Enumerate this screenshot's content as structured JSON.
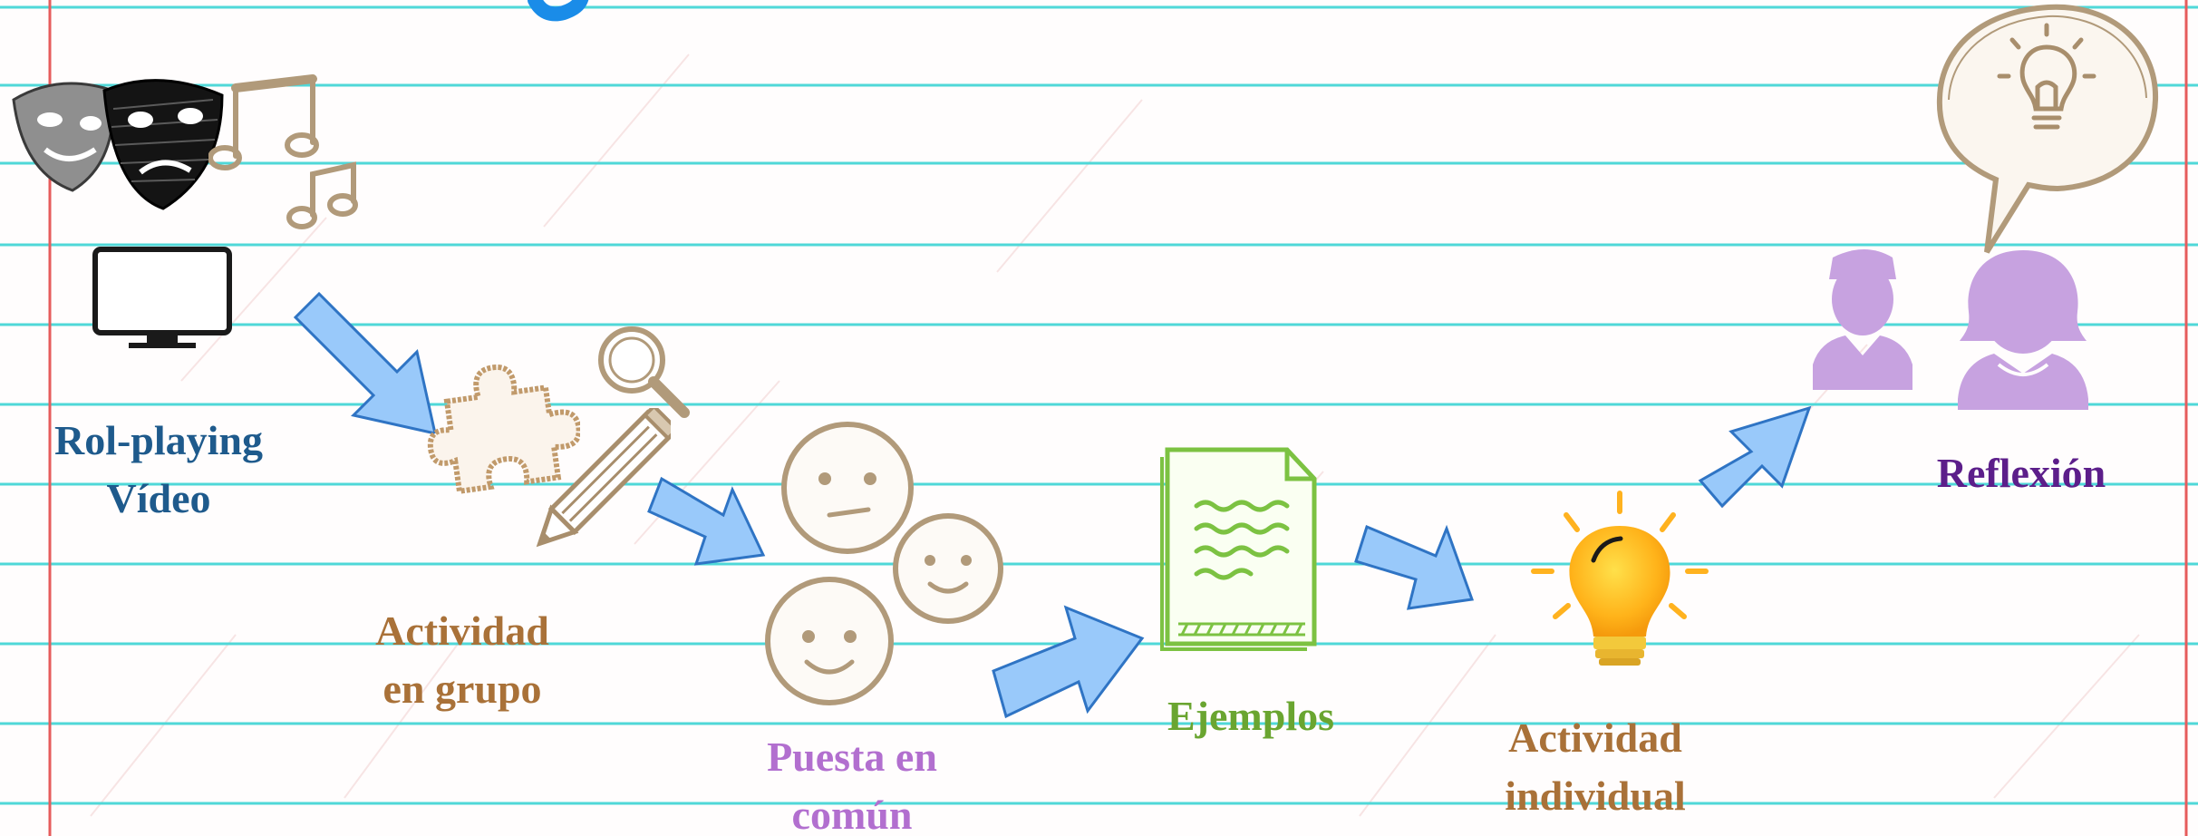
{
  "diagram": {
    "steps": [
      {
        "id": "rol-playing-video",
        "lines": [
          "Rol-playing",
          "Vídeo"
        ],
        "color": "#1e5a8c",
        "icons": [
          "theater-masks-icon",
          "music-notes-icon",
          "monitor-icon"
        ]
      },
      {
        "id": "actividad-en-grupo",
        "lines": [
          "Actividad",
          "en grupo"
        ],
        "color": "#a97138",
        "icons": [
          "puzzle-piece-icon",
          "magnifying-glass-icon",
          "pencil-icon"
        ]
      },
      {
        "id": "puesta-en-comun",
        "lines": [
          "Puesta en",
          "común"
        ],
        "color": "#b26fcf",
        "icons": [
          "faces-icon"
        ]
      },
      {
        "id": "ejemplos",
        "lines": [
          "Ejemplos"
        ],
        "color": "#6aa530",
        "icons": [
          "document-icon"
        ]
      },
      {
        "id": "actividad-individual",
        "lines": [
          "Actividad",
          "individual"
        ],
        "color": "#a97138",
        "icons": [
          "lightbulb-icon"
        ]
      },
      {
        "id": "reflexion",
        "lines": [
          "Reflexión"
        ],
        "color": "#5c1e8a",
        "icons": [
          "speech-bubble-lightbulb-icon",
          "people-icon"
        ]
      }
    ],
    "connector": "flow-arrow-icon"
  },
  "colors": {
    "paper": "#fffdfd",
    "rule_line": "#4fd8d8",
    "margin_line": "#e65c5c",
    "arrow_fill": "#99c9fa",
    "arrow_stroke": "#2f74c4",
    "sketch": "#b19a7a",
    "people": "#c7a2e0",
    "title_fragment": "#1a8ce8"
  }
}
